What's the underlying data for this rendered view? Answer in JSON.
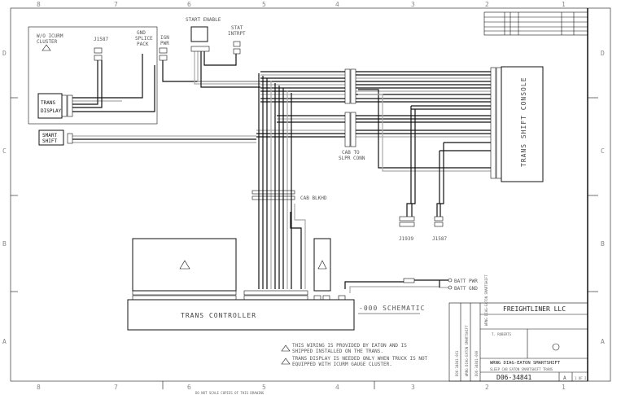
{
  "border": {
    "columns": [
      "8",
      "7",
      "6",
      "5",
      "4",
      "3",
      "2",
      "1"
    ],
    "rows": [
      "D",
      "C",
      "B",
      "A"
    ],
    "footer_note": "DO NOT SCALE COPIES OF THIS DRAWING"
  },
  "components": {
    "cluster_box_label": [
      "W/O ICURM",
      "CLUSTER"
    ],
    "trans_display": [
      "TRANS",
      "DISPLAY"
    ],
    "smart_shift": [
      "SMART",
      "SHIFT"
    ],
    "j1587_top": "J1587",
    "gnd_splice": [
      "GND",
      "SPLICE",
      "PACK"
    ],
    "ign_pwr": [
      "IGN",
      "PWR"
    ],
    "start_enable": "START ENABLE",
    "stat_intrpt": [
      "STAT",
      "INTRPT"
    ],
    "cab_to_slpr": [
      "CAB TO",
      "SLPR CONN"
    ],
    "trans_shift_console": "TRANS SHIFT CONSOLE",
    "cab_blkhd": "CAB BLKHD",
    "j1939": "J1939",
    "j1587_bottom": "J1587",
    "batt_pwr": "BATT PWR",
    "batt_gnd": "BATT GND",
    "trans_controller": "TRANS CONTROLLER"
  },
  "schematic_title": "-000 SCHEMATIC",
  "notes": [
    {
      "num": "1",
      "line1": "THIS WIRING IS PROVIDED BY EATON AND IS",
      "line2": "SHIPPED INSTALLED ON THE TRANS."
    },
    {
      "num": "2",
      "line1": "TRANS DISPLAY IS NEEDED ONLY WHEN TRUCK IS NOT",
      "line2": "EQUIPPED WITH ICURM GAUGE CLUSTER."
    }
  ],
  "title_block": {
    "company": "FREIGHTLINER LLC",
    "side_labels": [
      "D06-34841-001",
      "WRNG DIAG-EATON SMARTSHIFT",
      "D06-34841-000",
      "WRNG DIAG-EATON SMARTSHIFT"
    ],
    "drawn_by": "T. ROBERTS",
    "title": "WRNG DIAG-EATON SMARTSHIFT",
    "subtitle": "SLEEP CAB EATON SMARTSHIFT TRANS",
    "drawing_number": "D06-34841",
    "revision": "A",
    "sheet": "1 OF 2"
  },
  "colors": {
    "line": "#111111",
    "faded": "#aaaaaa",
    "background": "#ffffff"
  }
}
